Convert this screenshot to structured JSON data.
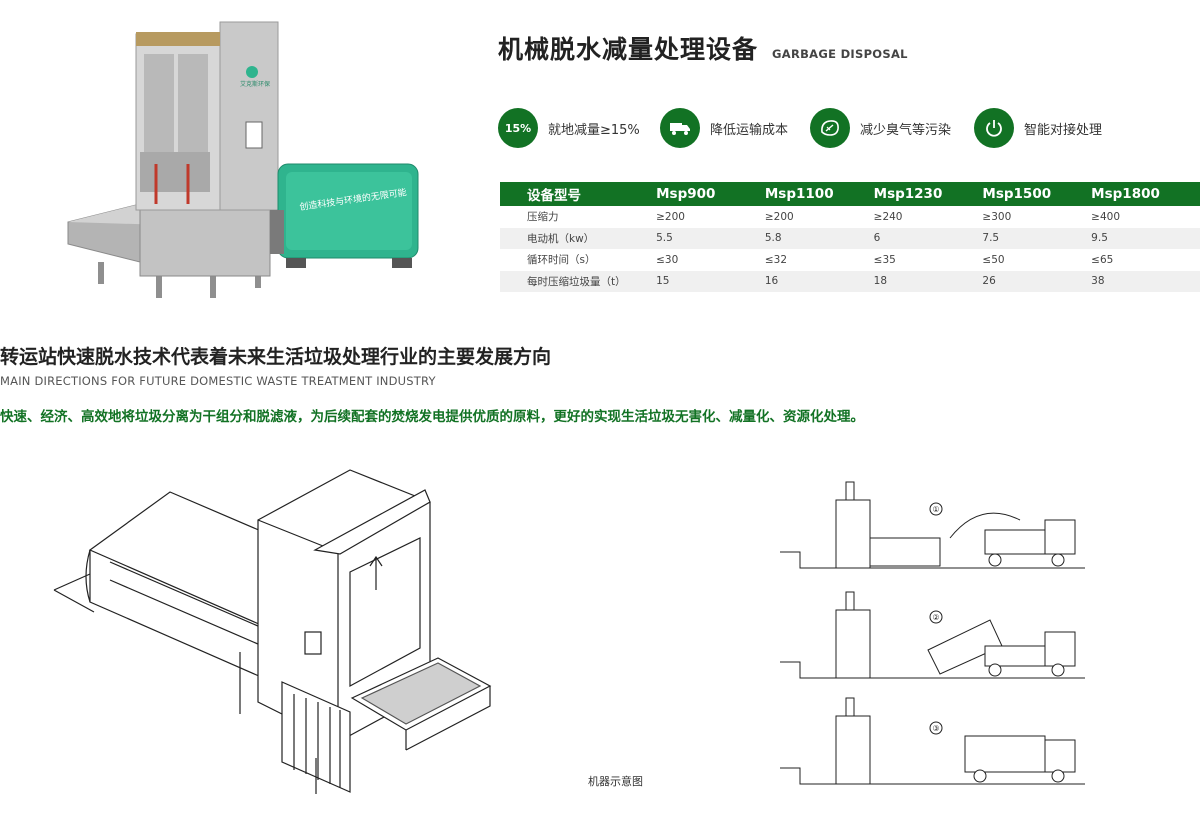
{
  "product": {
    "title_cn": "机械脱水减量处理设备",
    "title_en": "GARBAGE DISPOSAL",
    "machine_logo_text": "艾克斯环保",
    "machine_panel_text": "创造科技与环境的无限可能"
  },
  "features": [
    {
      "badge": "15%",
      "icon": "percent-badge",
      "label": "就地减量≥15%"
    },
    {
      "icon": "truck-icon",
      "label": "降低运输成本"
    },
    {
      "icon": "leaf-recycle-icon",
      "label": "减少臭气等污染"
    },
    {
      "icon": "power-icon",
      "label": "智能对接处理"
    }
  ],
  "spec_table": {
    "headers": [
      "设备型号",
      "Msp900",
      "Msp1100",
      "Msp1230",
      "Msp1500",
      "Msp1800"
    ],
    "rows": [
      [
        "压缩力",
        "≥200",
        "≥200",
        "≥240",
        "≥300",
        "≥400"
      ],
      [
        "电动机（kw）",
        "5.5",
        "5.8",
        "6",
        "7.5",
        "9.5"
      ],
      [
        "循环时间（s）",
        "≤30",
        "≤32",
        "≤35",
        "≤50",
        "≤65"
      ],
      [
        "每时压缩垃圾量（t）",
        "15",
        "16",
        "18",
        "26",
        "38"
      ]
    ]
  },
  "headline": "转运站快速脱水技术代表着未来生活垃圾处理行业的主要发展方向",
  "subline": "MAIN DIRECTIONS FOR FUTURE DOMESTIC WASTE TREATMENT INDUSTRY",
  "description": "快速、经济、高效地将垃圾分离为干组分和脱滤液，为后续配套的焚烧发电提供优质的原料，更好的实现生活垃圾无害化、减量化、资源化处理。",
  "diagram_caption": "机器示意图",
  "steps": [
    "①",
    "②",
    "③"
  ],
  "colors": {
    "brand_green": "#127224",
    "machine_green": "#2fb48e",
    "row_alt": "#f0f0f0"
  }
}
